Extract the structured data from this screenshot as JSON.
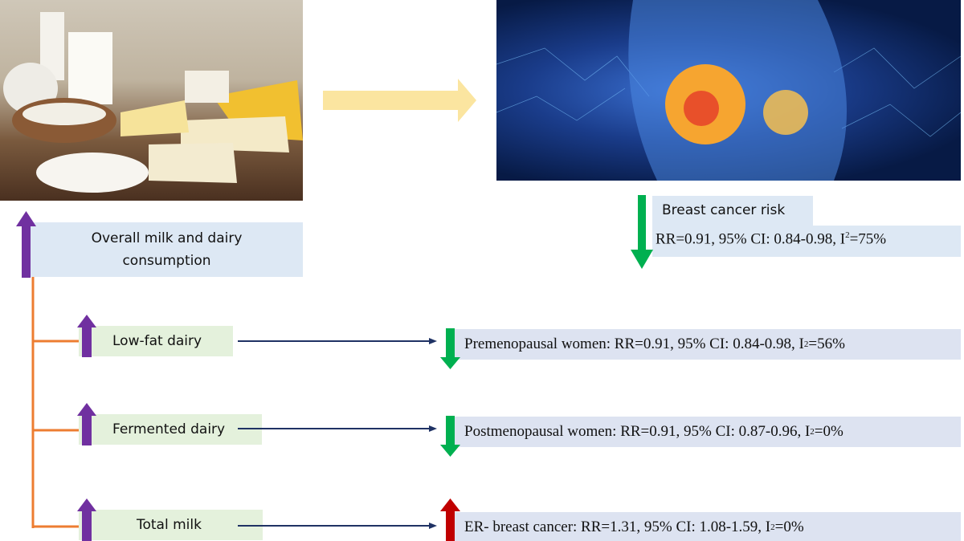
{
  "colors": {
    "purple": "#7030a0",
    "green": "#00b050",
    "red": "#c00000",
    "orange": "#ed7d31",
    "navy": "#1f3264",
    "yellow": "#fbe5a0"
  },
  "images": {
    "dairy": "dairy-products-photo",
    "breast": "breast-anatomy-illustration"
  },
  "outcome": {
    "title": "Breast cancer risk",
    "stats_pre": "RR=0.91, 95% CI: 0.84-0.98, I",
    "sup": "2",
    "stats_post": "=75%"
  },
  "exposure": {
    "label": "Overall milk and dairy consumption"
  },
  "subgroups": [
    {
      "label": "Low-fat dairy",
      "result_pre": "Premenopausal women: RR=0.91, 95% CI: 0.84-0.98, I",
      "sup": "2",
      "result_post": "=56%",
      "direction": "down"
    },
    {
      "label": "Fermented dairy",
      "result_pre": "Postmenopausal women: RR=0.91, 95% CI: 0.87-0.96, I",
      "sup": "2",
      "result_post": "=0%",
      "direction": "down"
    },
    {
      "label": "Total milk",
      "result_pre": "ER- breast cancer: RR=1.31, 95% CI: 1.08-1.59, I",
      "sup": "2",
      "result_post": "=0%",
      "direction": "up"
    }
  ]
}
